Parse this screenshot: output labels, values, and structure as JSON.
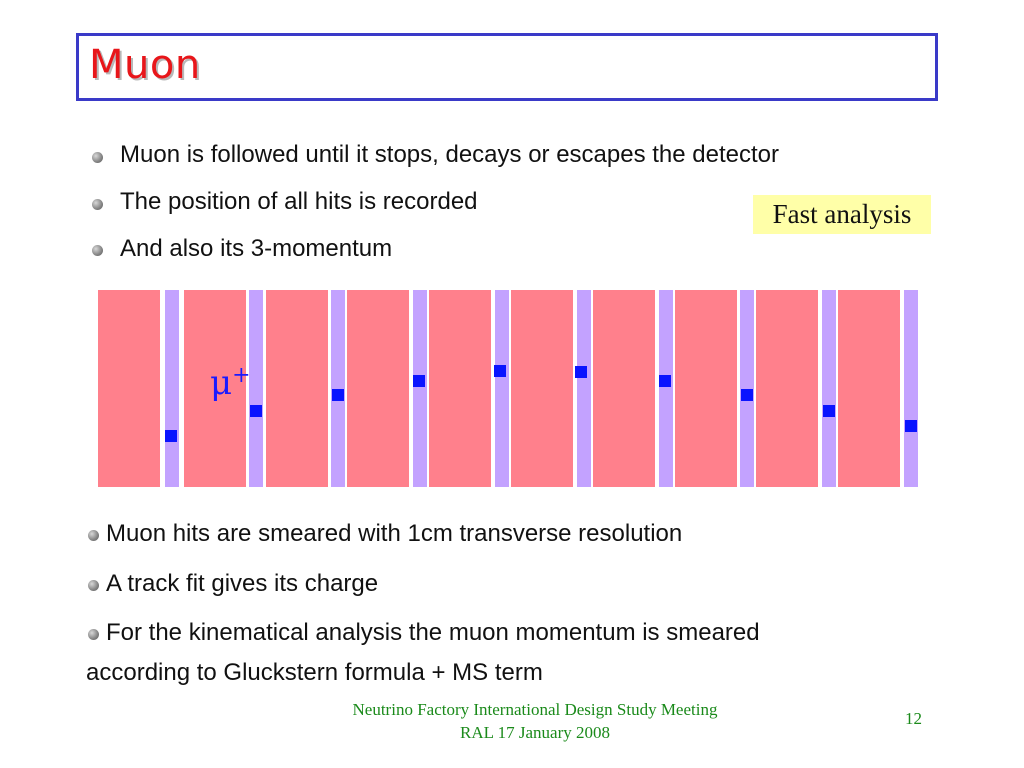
{
  "title": "Muon",
  "bullets_top": [
    "Muon is followed until it stops, decays or escapes the detector",
    "The position of all hits is recorded",
    "And also its 3-momentum"
  ],
  "highlight_note": "Fast analysis",
  "detector": {
    "particle_label": "μ",
    "particle_charge": "+",
    "colors": {
      "absorber": "#ff808c",
      "scintillator": "#c3a2ff",
      "hit": "#0a14ff"
    }
  },
  "bullets_bottom": [
    "Muon hits are smeared with 1cm transverse resolution",
    "A track fit gives its charge",
    "For the kinematical analysis the muon momentum is smeared"
  ],
  "bullets_bottom_continuation": "according to Gluckstern formula + MS term",
  "footer": {
    "line1": "Neutrino Factory International Design Study Meeting",
    "line2": "RAL 17 January 2008",
    "page": "12"
  }
}
